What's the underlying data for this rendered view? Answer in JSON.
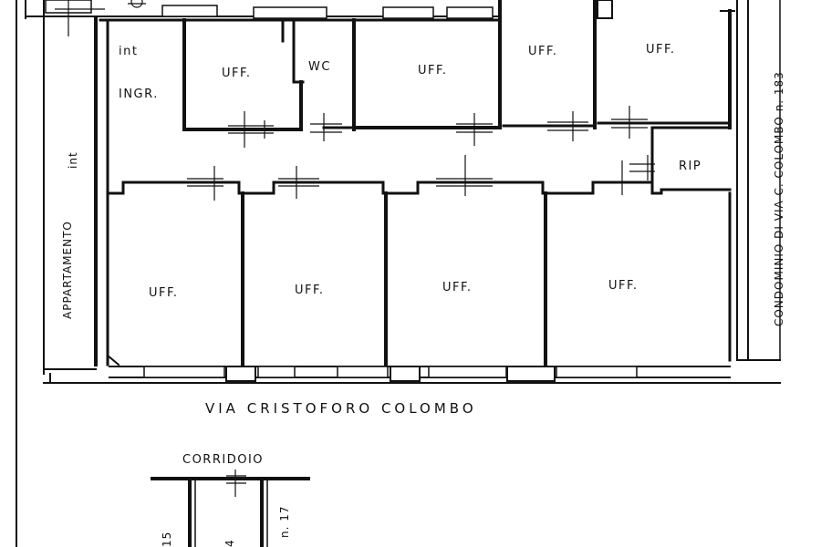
{
  "plan": {
    "rooms": {
      "top_office_1": "UFF.",
      "wc": "WC",
      "top_office_2": "UFF.",
      "top_office_3": "UFF.",
      "top_office_4": "UFF.",
      "entrance": "INGR.",
      "storage": "RIP",
      "bottom_office_1": "UFF.",
      "bottom_office_2": "UFF.",
      "bottom_office_3": "UFF.",
      "bottom_office_4": "UFF."
    },
    "entrance_mark_top": "int",
    "neighbor_left": "APPARTAMENTO",
    "neighbor_left_mark": "int",
    "neighbor_right": "CONDOMINIO DI VIA C. COLOMBO n. 183",
    "street": "VIA CRISTOFORO COLOMBO",
    "corridor": "CORRIDOIO",
    "corridor_numbers": {
      "left": "15",
      "middle": "4",
      "right": "n. 17"
    }
  }
}
